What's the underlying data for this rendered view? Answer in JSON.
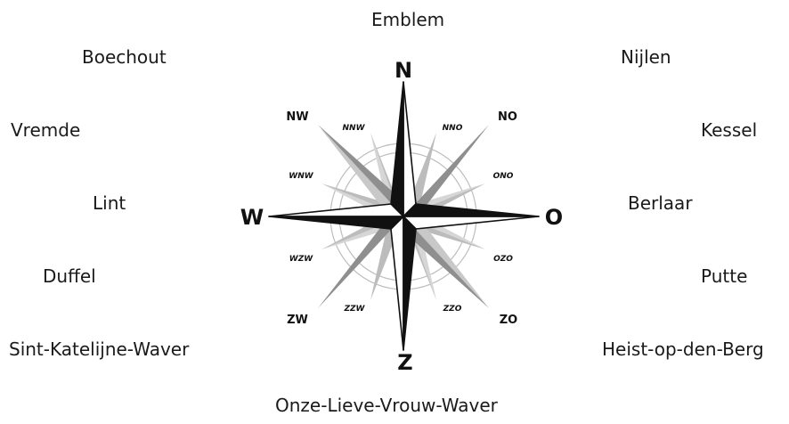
{
  "places": {
    "top": "Emblem",
    "top_left": "Boechout",
    "top_right": "Nijlen",
    "upper_left": "Vremde",
    "upper_right": "Kessel",
    "mid_left": "Lint",
    "mid_right": "Berlaar",
    "lower_left": "Duffel",
    "lower_right": "Putte",
    "bottom_left": "Sint-Katelijne-Waver",
    "bottom_right": "Heist-op-den-Berg",
    "bottom": "Onze-Lieve-Vrouw-Waver"
  },
  "compass": {
    "main": {
      "n": "N",
      "e": "O",
      "s": "Z",
      "w": "W"
    },
    "intercardinal": {
      "ne": "NO",
      "se": "ZO",
      "sw": "ZW",
      "nw": "NW"
    },
    "secondary": {
      "nne": "NNO",
      "ene": "ONO",
      "ese": "OZO",
      "sse": "ZZO",
      "ssw": "ZZW",
      "wsw": "WZW",
      "wnw": "WNW",
      "nnw": "NNW"
    }
  }
}
